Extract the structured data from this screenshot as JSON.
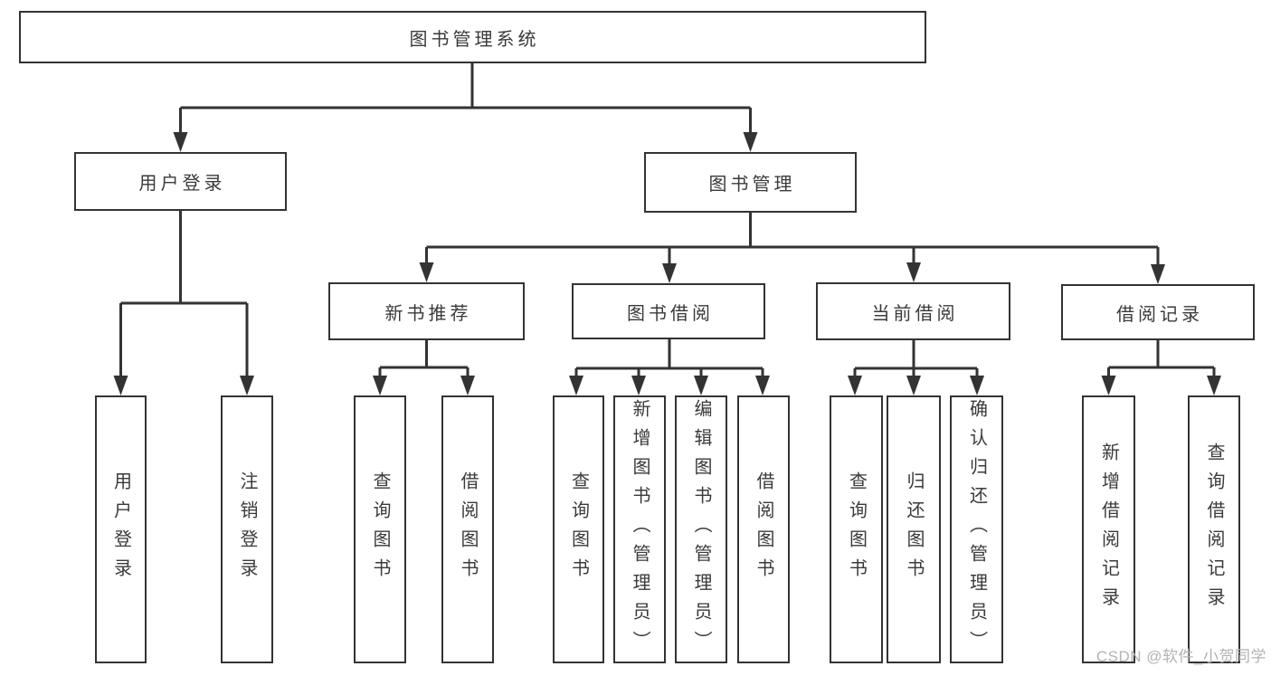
{
  "diagram": {
    "title": "图书管理系统",
    "root": {
      "label": "图书管理系统"
    },
    "level2": [
      {
        "id": "user-login",
        "label": "用户登录"
      },
      {
        "id": "book-management",
        "label": "图书管理"
      }
    ],
    "level3": [
      {
        "id": "new-book-recommendation",
        "parent": "图书管理",
        "label": "新书推荐"
      },
      {
        "id": "book-borrowing",
        "parent": "图书管理",
        "label": "图书借阅"
      },
      {
        "id": "current-borrowing",
        "parent": "图书管理",
        "label": "当前借阅"
      },
      {
        "id": "borrowing-records",
        "parent": "图书管理",
        "label": "借阅记录"
      }
    ],
    "leaves": [
      {
        "parent": "用户登录",
        "label": "用户登录"
      },
      {
        "parent": "用户登录",
        "label": "注销登录"
      },
      {
        "parent": "新书推荐",
        "label": "查询图书"
      },
      {
        "parent": "新书推荐",
        "label": "借阅图书"
      },
      {
        "parent": "图书借阅",
        "label": "查询图书"
      },
      {
        "parent": "图书借阅",
        "label": "新增图书（管理员）"
      },
      {
        "parent": "图书借阅",
        "label": "编辑图书（管理员）"
      },
      {
        "parent": "图书借阅",
        "label": "借阅图书"
      },
      {
        "parent": "当前借阅",
        "label": "查询图书"
      },
      {
        "parent": "当前借阅",
        "label": "归还图书"
      },
      {
        "parent": "当前借阅",
        "label": "确认归还（管理员）"
      },
      {
        "parent": "借阅记录",
        "label": "新增借阅记录"
      },
      {
        "parent": "借阅记录",
        "label": "查询借阅记录"
      }
    ]
  },
  "watermark": {
    "text": "CSDN @软件_小贺同学"
  },
  "colors": {
    "line": "#333333",
    "text": "#3a3a3a",
    "box_background": "#ffffff",
    "page_background": "#ffffff",
    "watermark": "#b3b3b3"
  }
}
